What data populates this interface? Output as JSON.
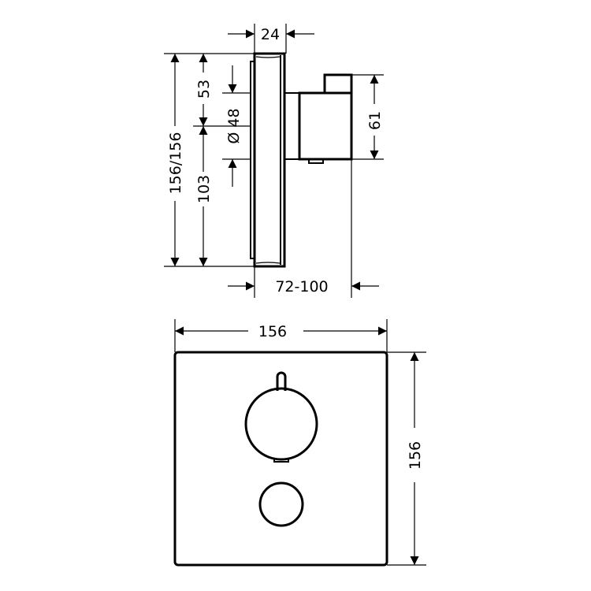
{
  "side_view": {
    "dim_depth_plate": "24",
    "dim_total_height": "156/156",
    "dim_upper": "53",
    "dim_lower": "103",
    "dim_diameter": "Ø 48",
    "dim_body_height": "61",
    "dim_projection": "72-100"
  },
  "front_view": {
    "dim_width": "156",
    "dim_height": "156"
  }
}
